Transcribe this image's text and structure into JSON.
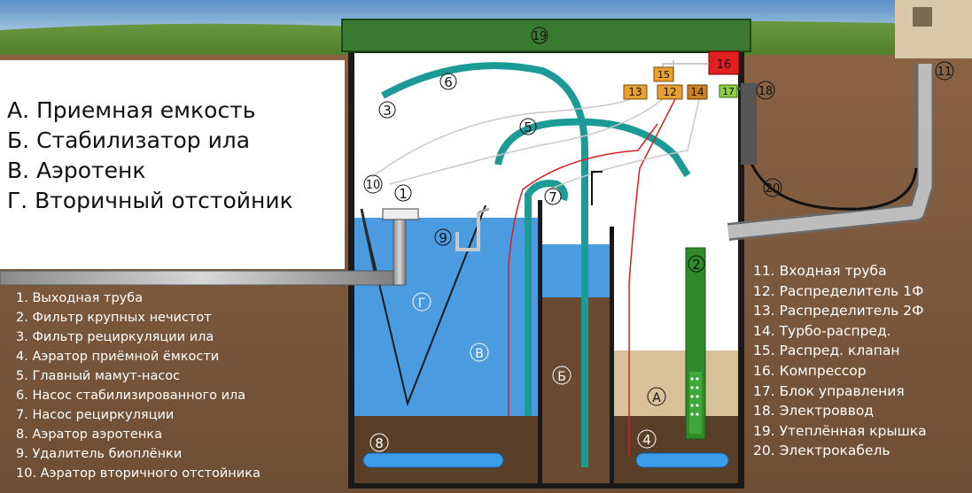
{
  "sections": [
    "А. Приемная емкость",
    "Б. Стабилизатор ила",
    "В. Аэротенк",
    "Г. Вторичный отстойник"
  ],
  "legend_left": [
    "1. Выходная труба",
    "2. Фильтр крупных нечистот",
    "3. Фильтр рециркуляции ила",
    "4. Аэратор приёмной ёмкости",
    "5. Главный мамут-насос",
    "6. Насос стабилизированного ила",
    "7. Насос рециркуляции",
    "8. Аэратор аэротенка",
    "9. Удалитель биоплёнки",
    "10. Аэратор вторичного отстойника"
  ],
  "legend_right": [
    "11. Входная труба",
    "12. Распределитель 1Ф",
    "13. Распределитель 2Ф",
    "14. Турбо-распред.",
    "15. Распред. клапан",
    "16. Компрессор",
    "17. Блок управления",
    "18. Электроввод",
    "19. Утеплённая крышка",
    "20. Электрокабель"
  ],
  "markers": {
    "m1": "1",
    "m2": "2",
    "m3": "3",
    "m4": "4",
    "m5": "5",
    "m6": "6",
    "m7": "7",
    "m8": "8",
    "m9": "9",
    "m10": "10",
    "m11": "11",
    "m12": "12",
    "m13": "13",
    "m14": "14",
    "m15": "15",
    "m16": "16",
    "m17": "17",
    "m18": "18",
    "m19": "19",
    "m20": "20",
    "chamber_a": "А",
    "chamber_b": "Б",
    "chamber_v": "В",
    "chamber_g": "Г"
  },
  "colors": {
    "soil": "#7a5a40",
    "water": "#4a9be0",
    "sludge": "#5a3f28",
    "pipe": "#1b9a96",
    "lid": "#3a7a30",
    "compressor": "#e02020",
    "distributor": "#e8a030",
    "control": "#8ad040",
    "aerator": "#3a9ee8"
  }
}
